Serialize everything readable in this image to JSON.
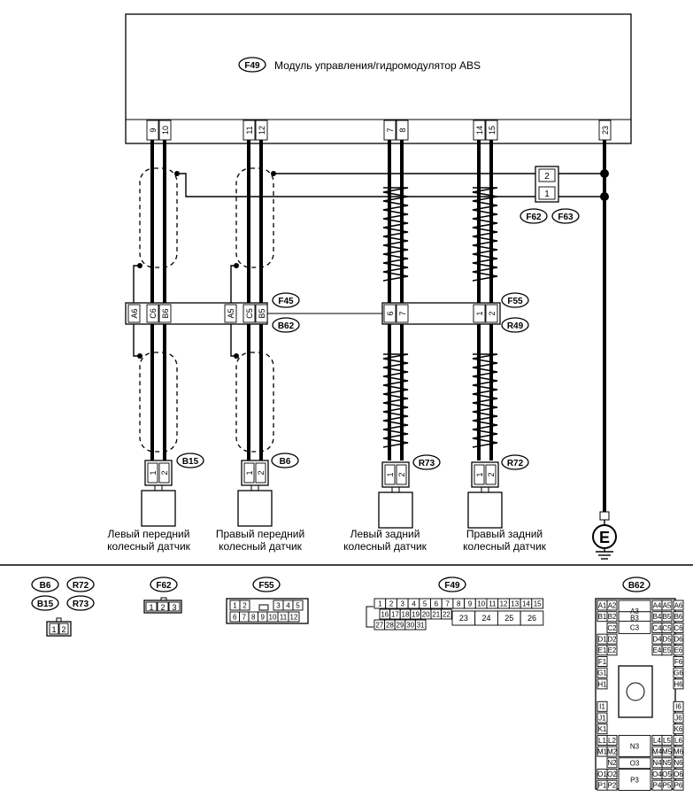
{
  "module": {
    "connector": "F49",
    "title": "Модуль управления/гидромодулятор ABS",
    "pins": [
      "9",
      "10",
      "11",
      "12",
      "7",
      "8",
      "14",
      "15",
      "23"
    ]
  },
  "middle_connector": {
    "left": {
      "codes": [
        "F45",
        "B62"
      ],
      "pins": [
        "A6",
        "C6",
        "B6",
        "A5",
        "C5",
        "B5"
      ]
    },
    "right": {
      "codes": [
        "F55",
        "R49"
      ],
      "pins": [
        "6",
        "7",
        "1",
        "2"
      ]
    }
  },
  "ground_connector": {
    "codes": [
      "F62",
      "F63"
    ],
    "pins": [
      "2",
      "1"
    ]
  },
  "sensors": [
    {
      "code": "B15",
      "pins": [
        "1",
        "2"
      ],
      "label1": "Левый передний",
      "label2": "колесный датчик"
    },
    {
      "code": "B6",
      "pins": [
        "1",
        "2"
      ],
      "label1": "Правый передний",
      "label2": "колесный датчик"
    },
    {
      "code": "R73",
      "pins": [
        "1",
        "2"
      ],
      "label1": "Левый задний",
      "label2": "колесный датчик"
    },
    {
      "code": "R72",
      "pins": [
        "1",
        "2"
      ],
      "label1": "Правый задний",
      "label2": "колесный датчик"
    }
  ],
  "ground_symbol": "E",
  "legend": {
    "sensor_conn": {
      "codes": [
        "B6",
        "R72",
        "B15",
        "R73"
      ],
      "pins": [
        "1",
        "2"
      ]
    },
    "f62": {
      "code": "F62",
      "pins": [
        "1",
        "2",
        "3"
      ]
    },
    "f55": {
      "code": "F55",
      "row1": [
        "1",
        "2",
        "3",
        "4",
        "5"
      ],
      "row2": [
        "6",
        "7",
        "8",
        "9",
        "10",
        "11",
        "12"
      ]
    },
    "f49": {
      "code": "F49",
      "row1": [
        "1",
        "2",
        "3",
        "4",
        "5",
        "6",
        "7",
        "8",
        "9",
        "10",
        "11",
        "12",
        "13",
        "14",
        "15"
      ],
      "row2": [
        "16",
        "17",
        "18",
        "19",
        "20",
        "21",
        "22"
      ],
      "row3": [
        "27",
        "28",
        "29",
        "30",
        "31"
      ],
      "big": [
        "23",
        "24",
        "25",
        "26"
      ]
    },
    "b62": {
      "code": "B62",
      "pins": [
        "A1",
        "A2",
        "A3",
        "A4",
        "A5",
        "A6",
        "B1",
        "B2",
        "B3",
        "B4",
        "B5",
        "B6",
        "C2",
        "C3",
        "C4",
        "C5",
        "C6",
        "D1",
        "D2",
        "D4",
        "D5",
        "D6",
        "E1",
        "E2",
        "E4",
        "E5",
        "E6",
        "F1",
        "F6",
        "G1",
        "G6",
        "H1",
        "H6",
        "I1",
        "I6",
        "J1",
        "J6",
        "K1",
        "K6",
        "L1",
        "L2",
        "L4",
        "L5",
        "L6",
        "M1",
        "M2",
        "N3",
        "M4",
        "M5",
        "M6",
        "N2",
        "N4",
        "N5",
        "N6",
        "O3",
        "O1",
        "O2",
        "O4",
        "O5",
        "O6",
        "P1",
        "P2",
        "P3",
        "P4",
        "P5",
        "P6"
      ]
    }
  }
}
